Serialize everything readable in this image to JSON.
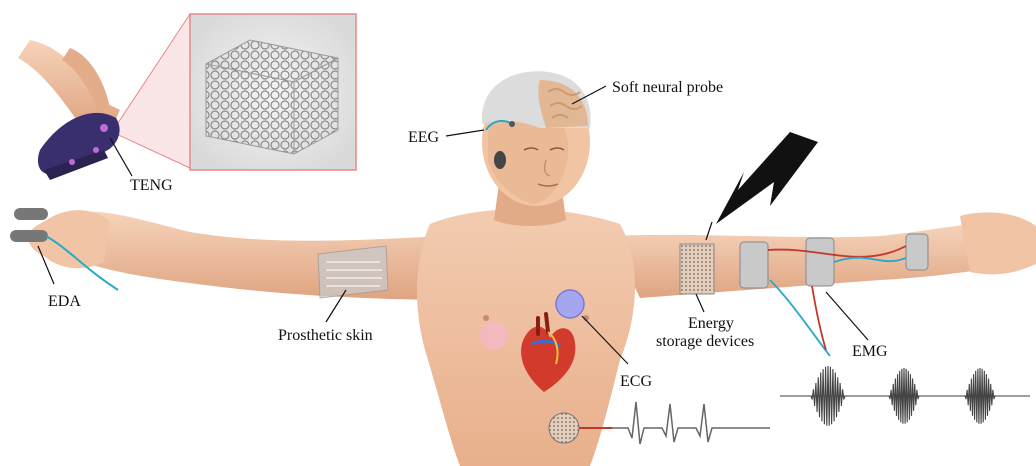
{
  "labels": {
    "soft_neural_probe": "Soft neural probe",
    "eeg": "EEG",
    "teng": "TENG",
    "eda": "EDA",
    "prosthetic_skin": "Prosthetic skin",
    "energy_storage_line1": "Energy",
    "energy_storage_line2": "storage devices",
    "emg": "EMG",
    "ecg": "ECG"
  },
  "colors": {
    "skin": "#f1c4a3",
    "skin_shadow": "#d9a07c",
    "brain_cap": "#dcdcdc",
    "brain": "#e2b894",
    "heart": "#d23a2c",
    "ecg_pad": "#a6a6f0",
    "heart_pad": "#f4b8c4",
    "shoe": "#3a2f6e",
    "inset_border": "#e58a8a",
    "signal": "#555555",
    "wire_blue": "#2aa7c9",
    "wire_red": "#c0392b"
  },
  "icons": [
    "lightning-bolt-icon",
    "heart-icon"
  ]
}
